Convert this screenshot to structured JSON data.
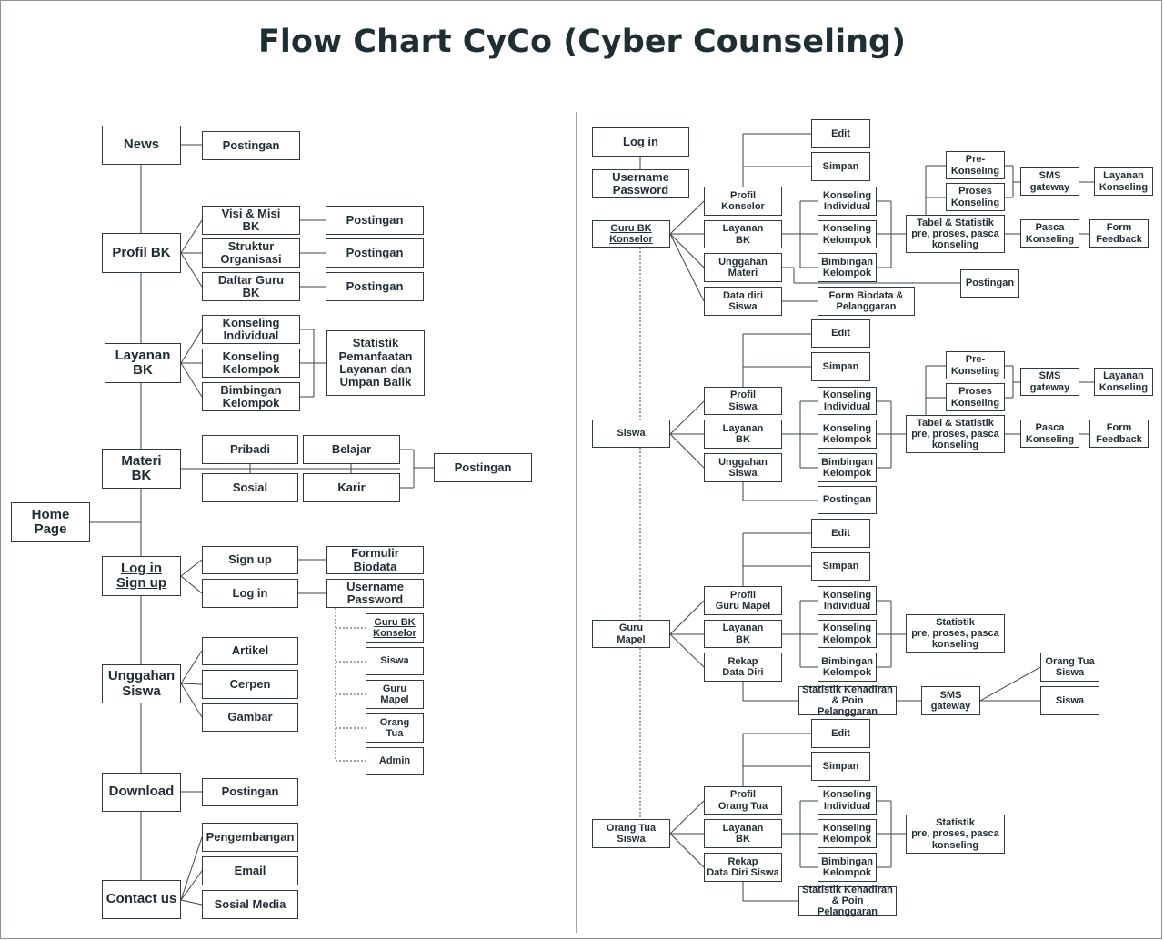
{
  "title": "Flow Chart CyCo (Cyber Counseling)",
  "left": {
    "home": "Home\nPage",
    "news": "News",
    "profil_bk": "Profil BK",
    "layanan_bk": "Layanan\nBK",
    "materi_bk": "Materi\nBK",
    "login_signup": "Log in\nSign up",
    "unggahan_siswa": "Unggahan\nSiswa",
    "download": "Download",
    "contact_us": "Contact us",
    "postingan": "Postingan",
    "visi_misi": "Visi & Misi\nBK",
    "struktur": "Struktur\nOrganisasi",
    "daftar_guru": "Daftar Guru\nBK",
    "konseling_individual": "Konseling\nIndividual",
    "konseling_kelompok": "Konseling\nKelompok",
    "bimbingan_kelompok": "Bimbingan\nKelompok",
    "statistik_pemanfaatan": "Statistik\nPemanfaatan\nLayanan dan\nUmpan Balik",
    "pribadi": "Pribadi",
    "belajar": "Belajar",
    "sosial": "Sosial",
    "karir": "Karir",
    "sign_up": "Sign up",
    "log_in": "Log in",
    "formulir_biodata": "Formulir\nBiodata",
    "username_password": "Username\nPassword",
    "guru_bk_konselor": "Guru BK\nKonselor",
    "siswa": "Siswa",
    "guru_mapel": "Guru\nMapel",
    "orang_tua": "Orang\nTua",
    "admin": "Admin",
    "artikel": "Artikel",
    "cerpen": "Cerpen",
    "gambar": "Gambar",
    "pengembangan": "Pengembangan",
    "email": "Email",
    "sosial_media": "Sosial Media"
  },
  "right": {
    "log_in": "Log in",
    "username_password": "Username\nPassword",
    "guru_bk_konselor": "Guru BK\nKonselor",
    "siswa": "Siswa",
    "guru_mapel": "Guru\nMapel",
    "orang_tua_siswa": "Orang Tua\nSiswa",
    "edit": "Edit",
    "simpan": "Simpan",
    "profil_konselor": "Profil\nKonselor",
    "profil_siswa": "Profil\nSiswa",
    "profil_guru_mapel": "Profil\nGuru Mapel",
    "profil_orang_tua": "Profil\nOrang Tua",
    "layanan_bk": "Layanan\nBK",
    "unggahan_materi": "Unggahan\nMateri",
    "unggahan_siswa": "Unggahan\nSiswa",
    "data_diri_siswa": "Data diri\nSiswa",
    "rekap_data_diri": "Rekap\nData Diri",
    "rekap_data_diri_siswa": "Rekap\nData Diri Siswa",
    "konseling_individual": "Konseling\nIndividual",
    "konseling_kelompok": "Konseling\nKelompok",
    "bimbingan_kelompok": "Bimbingan\nKelompok",
    "pre_konseling": "Pre-\nKonseling",
    "proses_konseling": "Proses\nKonseling",
    "pasca_konseling": "Pasca\nKonseling",
    "tabel_statistik": "Tabel & Statistik\npre, proses, pasca\nkonseling",
    "statistik_ppp": "Statistik\npre, proses, pasca\nkonseling",
    "sms_gateway": "SMS\ngateway",
    "layanan_konseling": "Layanan\nKonseling",
    "form_feedback": "Form\nFeedback",
    "postingan": "Postingan",
    "form_biodata": "Form Biodata &\nPelanggaran",
    "statistik_kehadiran": "Statistik Kehadiran\n& Poin Pelanggaran",
    "orang_tua_siswa_target": "Orang Tua\nSiswa",
    "siswa_target": "Siswa"
  }
}
